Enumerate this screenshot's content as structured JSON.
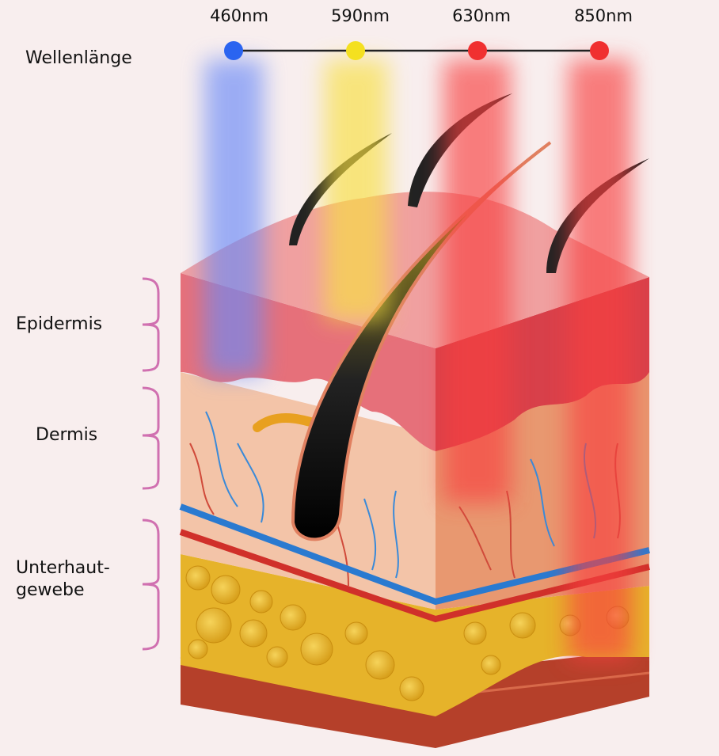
{
  "title": "Wellenlänge",
  "wavelengths": [
    {
      "label": "460nm",
      "color": "#2a64f0"
    },
    {
      "label": "590nm",
      "color": "#f4e020"
    },
    {
      "label": "630nm",
      "color": "#f03030"
    },
    {
      "label": "850nm",
      "color": "#f03030"
    }
  ],
  "layers": [
    {
      "label": "Epidermis"
    },
    {
      "label": "Dermis"
    },
    {
      "label": "Unterhaut-\ngewebe"
    }
  ]
}
